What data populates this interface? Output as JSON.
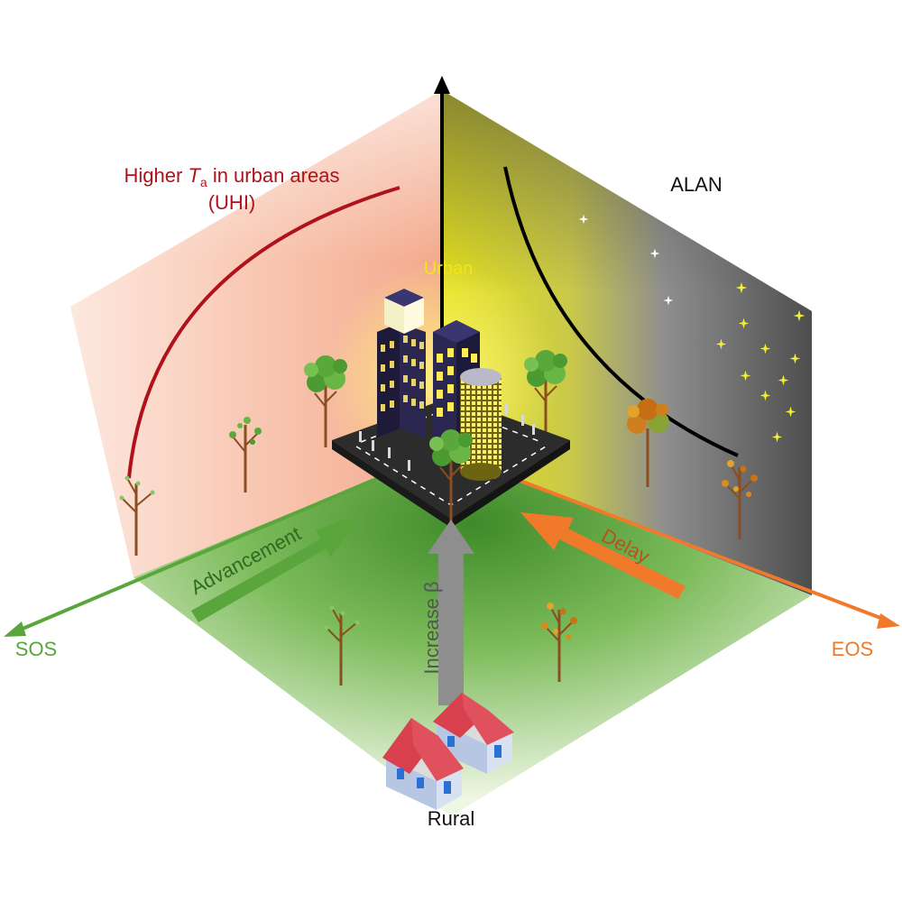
{
  "labels": {
    "uhi_line1_a": "Higher ",
    "uhi_T": "T",
    "uhi_sub": "a",
    "uhi_line1_b": " in urban areas",
    "uhi_line2": "(UHI)",
    "alan": "ALAN",
    "urban": "Urban",
    "sos": "SOS",
    "eos": "EOS",
    "advancement": "Advancement",
    "delay": "Delay",
    "increase_beta": "Increase β",
    "rural": "Rural"
  },
  "colors": {
    "uhi_red": "#b0121b",
    "sos_green": "#5aa63c",
    "eos_orange": "#f07a2a",
    "urban_yellow": "#f3e51c",
    "arrow_grey": "#8e8e8e",
    "star_yellow": "#f6ef3a",
    "left_wall": "#f6c2ad",
    "right_wall_dark": "#6e6e6e",
    "floor_green": "#64a53f"
  },
  "icons": [
    "city-icon",
    "tree-icon",
    "house-icon",
    "moon-icon",
    "star-icon"
  ]
}
